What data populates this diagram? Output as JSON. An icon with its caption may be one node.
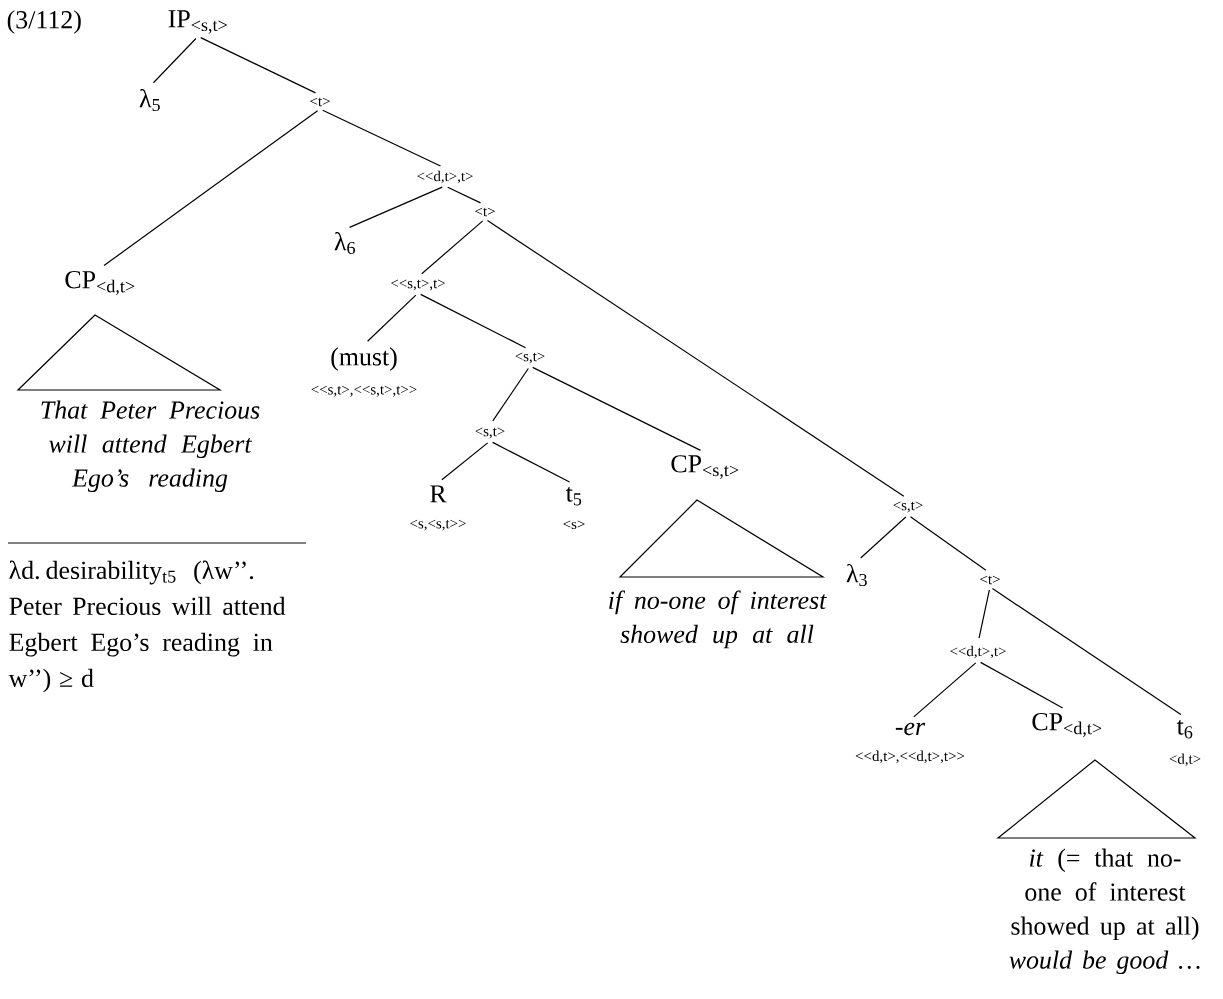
{
  "diagram": {
    "nodes": [
      {
        "text": [
          "IP$_{<s,t>}$"
        ]
      },
      {
        "text": [
          "λ$_{5}$"
        ]
      },
      {
        "text": [
          "<t>"
        ]
      },
      {
        "text": [
          "<<d,t>,t>"
        ]
      },
      {
        "text": [
          "λ$_{6}$"
        ]
      },
      {
        "text": [
          "<t>"
        ]
      },
      {
        "text": [
          "CP$_{<d,t>}$"
        ]
      },
      {
        "text": [
          "<<s,t>,t>"
        ]
      },
      {
        "text": [
          "That Peter Precious will attend Egbert Ego’s reading"
        ]
      },
      {
        "text": [
          "(must)",
          "<<s,t>,<<s,t>,t>>"
        ]
      },
      {
        "text": [
          "<s,t>"
        ]
      },
      {
        "text": [
          "<s,t>"
        ]
      },
      {
        "text": [
          "CP$_{<s,t>}$"
        ]
      },
      {
        "text": [
          "R",
          "<s,<s,t>>"
        ]
      },
      {
        "text": [
          "t$_{5}$",
          "<s>"
        ]
      },
      {
        "text": [
          "<s,t>"
        ]
      },
      {
        "text": [
          "λ$_{3}$"
        ]
      },
      {
        "text": [
          "if no-one of interest showed up at all"
        ]
      },
      {
        "text": [
          "<t>"
        ]
      },
      {
        "text": [
          "<<d,t>,t>"
        ]
      },
      {
        "text": [
          "*-er*",
          "<<d,t>,<<d,t>,t>>"
        ]
      },
      {
        "text": [
          "CP$_{<d,t>}$"
        ]
      },
      {
        "text": [
          "t$_{6}$",
          "<d,t>"
        ]
      },
      {
        "text": [
          "*it* (= that no-one of interest showed up at all) *would be good …*"
        ]
      }
    ],
    "edges": [
      {
        "from": 0,
        "to": 1,
        "arrow": "none"
      },
      {
        "from": 0,
        "to": 2,
        "arrow": "none"
      },
      {
        "from": 2,
        "to": 6,
        "arrow": "none"
      },
      {
        "from": 2,
        "to": 3,
        "arrow": "none"
      },
      {
        "from": 3,
        "to": 4,
        "arrow": "none"
      },
      {
        "from": 3,
        "to": 5,
        "arrow": "none"
      },
      {
        "from": 5,
        "to": 7,
        "arrow": "none"
      },
      {
        "from": 5,
        "to": 15,
        "arrow": "none"
      },
      {
        "from": 7,
        "to": 9,
        "arrow": "none"
      },
      {
        "from": 7,
        "to": 10,
        "arrow": "none"
      },
      {
        "from": 10,
        "to": 11,
        "arrow": "none"
      },
      {
        "from": 10,
        "to": 12,
        "arrow": "none"
      },
      {
        "from": 11,
        "to": 13,
        "arrow": "none"
      },
      {
        "from": 11,
        "to": 14,
        "arrow": "none"
      },
      {
        "from": 15,
        "to": 16,
        "arrow": "none"
      },
      {
        "from": 15,
        "to": 18,
        "arrow": "none"
      },
      {
        "from": 18,
        "to": 19,
        "arrow": "none"
      },
      {
        "from": 18,
        "to": 22,
        "arrow": "none"
      },
      {
        "from": 19,
        "to": 20,
        "arrow": "none"
      },
      {
        "from": 19,
        "to": 21,
        "arrow": "none"
      }
    ],
    "labels": [
      "(3/112)",
      "λd. desirability$_{t5}$ (λw’’. Peter Precious will attend Egbert Ego’s reading in w’’) ≥ d"
    ]
  }
}
